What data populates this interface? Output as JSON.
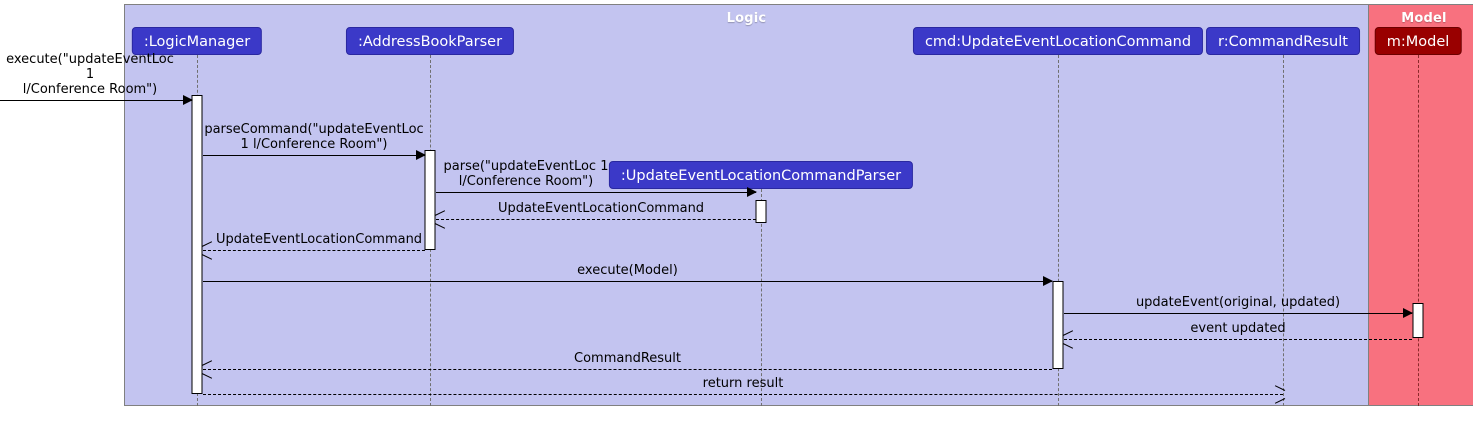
{
  "diagram": {
    "type": "uml-sequence-diagram",
    "title": "Update Event Location sequence"
  },
  "frames": [
    {
      "name": "Logic",
      "label": "Logic",
      "color": "#c3c4f0",
      "label_color": "#ffffff"
    },
    {
      "name": "Model",
      "label": "Model",
      "color": "#f8717f",
      "label_color": "#ffffff"
    }
  ],
  "participants": [
    {
      "id": "logicmanager",
      "label": ":LogicManager",
      "frame": "Logic",
      "color": "#3b39c8"
    },
    {
      "id": "addressbookparser",
      "label": ":AddressBookParser",
      "frame": "Logic",
      "color": "#3b39c8"
    },
    {
      "id": "updateeventlocationcommandparser",
      "label": ":UpdateEventLocationCommandParser",
      "frame": "Logic",
      "color": "#3b39c8"
    },
    {
      "id": "cmd",
      "label": "cmd:UpdateEventLocationCommand",
      "frame": "Logic",
      "color": "#3b39c8"
    },
    {
      "id": "result",
      "label": "r:CommandResult",
      "frame": "Logic",
      "color": "#3b39c8"
    },
    {
      "id": "model",
      "label": "m:Model",
      "frame": "Model",
      "color": "#990000"
    }
  ],
  "messages": [
    {
      "id": "m1",
      "label": "execute(\"updateEventLoc 1\nl/Conference Room\")",
      "from": "actor",
      "to": "logicmanager",
      "style": "solid",
      "direction": "right"
    },
    {
      "id": "m2",
      "label": "parseCommand(\"updateEventLoc\n1 l/Conference Room\")",
      "from": "logicmanager",
      "to": "addressbookparser",
      "style": "solid",
      "direction": "right"
    },
    {
      "id": "m3",
      "label": "parse(\"updateEventLoc 1\nl/Conference Room\")",
      "from": "addressbookparser",
      "to": "updateeventlocationcommandparser",
      "style": "solid",
      "direction": "right"
    },
    {
      "id": "m4",
      "label": "UpdateEventLocationCommand",
      "from": "updateeventlocationcommandparser",
      "to": "addressbookparser",
      "style": "dashed",
      "direction": "left"
    },
    {
      "id": "m5",
      "label": "UpdateEventLocationCommand",
      "from": "addressbookparser",
      "to": "logicmanager",
      "style": "dashed",
      "direction": "left"
    },
    {
      "id": "m6",
      "label": "execute(Model)",
      "from": "logicmanager",
      "to": "cmd",
      "style": "solid",
      "direction": "right"
    },
    {
      "id": "m7",
      "label": "updateEvent(original, updated)",
      "from": "cmd",
      "to": "model",
      "style": "solid",
      "direction": "right"
    },
    {
      "id": "m8",
      "label": "event updated",
      "from": "model",
      "to": "cmd",
      "style": "dashed",
      "direction": "left"
    },
    {
      "id": "m9",
      "label": "CommandResult",
      "from": "cmd",
      "to": "logicmanager",
      "style": "dashed",
      "direction": "left"
    },
    {
      "id": "m10",
      "label": "return result",
      "from": "logicmanager",
      "to": "result",
      "style": "dashed",
      "direction": "right"
    }
  ]
}
